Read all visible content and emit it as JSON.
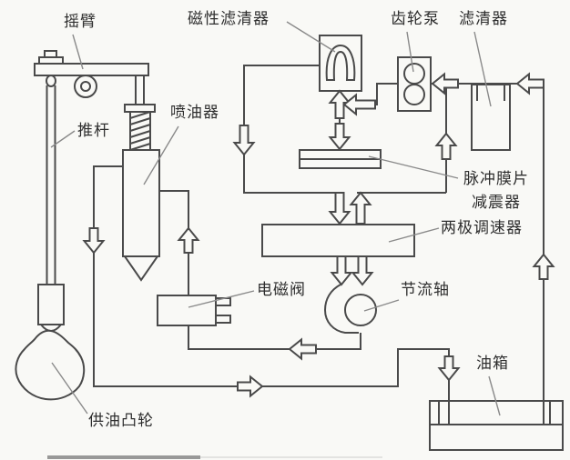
{
  "diagram": {
    "type": "fuel-injection-system-schematic",
    "labels": {
      "rocker_arm": "摇臂",
      "magnetic_filter": "磁性滤清器",
      "gear_pump": "齿轮泵",
      "fuel_filter": "滤清器",
      "push_rod": "推杆",
      "injector": "喷油器",
      "pulse_damper_line1": "脉冲膜片",
      "pulse_damper_line2": "减震器",
      "governor": "两极调速器",
      "solenoid_valve": "电磁阀",
      "throttle_shaft": "节流轴",
      "fuel_tank": "油箱",
      "fuel_supply_cam": "供油凸轮"
    },
    "colors": {
      "line": "#4a4a4a",
      "label": "#2e2e2e",
      "background": "#f9f9f6"
    }
  }
}
